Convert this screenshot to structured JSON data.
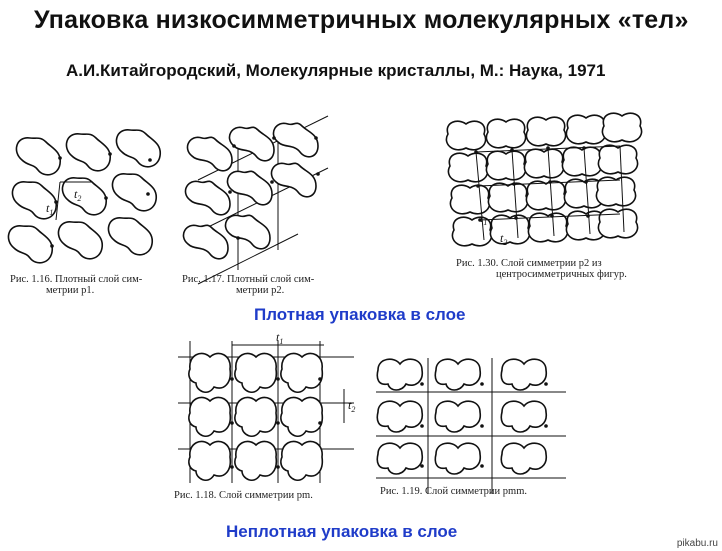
{
  "title": "Упаковка низкосимметричных молекулярных «тел»",
  "subtitle": "А.И.Китайгородский, Молекулярные кристаллы, М.: Наука, 1971",
  "figures": {
    "f116": {
      "caption_line1": "Рис. 1.16. Плотный слой сим-",
      "caption_line2": "метрии p1.",
      "t1": "t",
      "t1_sub": "1",
      "t2": "t",
      "t2_sub": "2"
    },
    "f117": {
      "caption_line1": "Рис. 1.17. Плотный слой сим-",
      "caption_line2": "метрии p2."
    },
    "f130": {
      "caption_line1": "Рис. 1.30. Слой симметрии p2 из",
      "caption_line2": "центросимметричных фигур.",
      "t1": "t",
      "t1_sub": "1",
      "t2": "t",
      "t2_sub": "2"
    },
    "f118": {
      "caption": "Рис. 1.18. Слой симметрии pm.",
      "t1": "t",
      "t1_sub": "1",
      "t2": "t",
      "t2_sub": "2"
    },
    "f119": {
      "caption": "Рис. 1.19. Слой симметрии pmm."
    }
  },
  "sections": {
    "dense": "Плотная упаковка в слое",
    "loose": "Неплотная упаковка в слое"
  },
  "watermark": "pikabu.ru"
}
